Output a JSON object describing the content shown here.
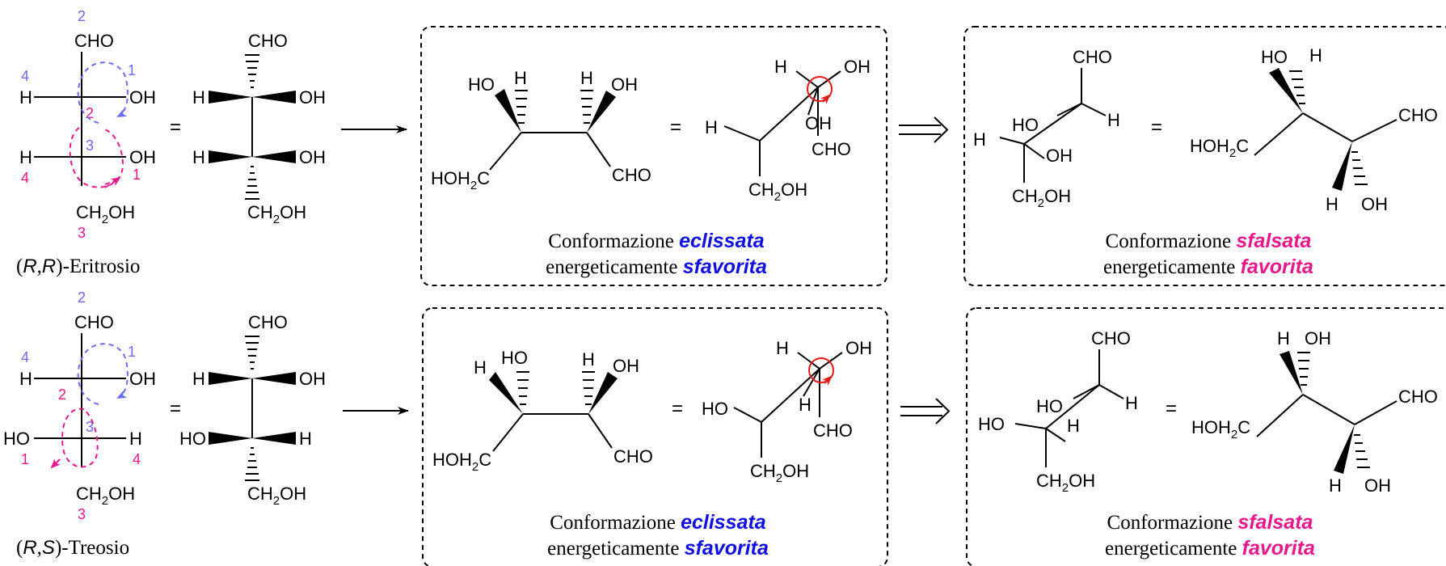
{
  "labels": {
    "cho": "CHO",
    "oh": "OH",
    "ho": "HO",
    "h": "H",
    "ch2oh_a": "CH",
    "ch2oh_sub": "2",
    "ch2oh_b": "OH",
    "hoh2c_a": "HOH",
    "hoh2c_sub": "2",
    "hoh2c_b": "C",
    "equals": "="
  },
  "numbers": {
    "n1": "1",
    "n2": "2",
    "n3": "3",
    "n4": "4"
  },
  "rows": [
    {
      "name_prefix": "(",
      "name_r1": "R",
      "name_comma": ",",
      "name_r2": "R",
      "name_suffix": ")-Eritrosio",
      "box1": {
        "caption1": "Conformazione",
        "keyword1": "eclissata",
        "caption2": "energeticamente",
        "keyword2": "sfavorita"
      },
      "box2": {
        "caption1": "Conformazione",
        "keyword1": "sfalsata",
        "caption2": "energeticamente",
        "keyword2": "favorita"
      }
    },
    {
      "name_prefix": "(",
      "name_r1": "R",
      "name_comma": ",",
      "name_r2": "S",
      "name_suffix": ")-Treosio",
      "box1": {
        "caption1": "Conformazione",
        "keyword1": "eclissata",
        "caption2": "energeticamente",
        "keyword2": "sfavorita"
      },
      "box2": {
        "caption1": "Conformazione",
        "keyword1": "sfalsata",
        "caption2": "energeticamente",
        "keyword2": "favorita"
      }
    }
  ],
  "colors": {
    "blue_label": "#6b6bf0",
    "pink_label": "#e6198c",
    "keyword_blue": "#1010e0",
    "keyword_pink": "#e6198c",
    "rotation_marker": "#e61919"
  }
}
